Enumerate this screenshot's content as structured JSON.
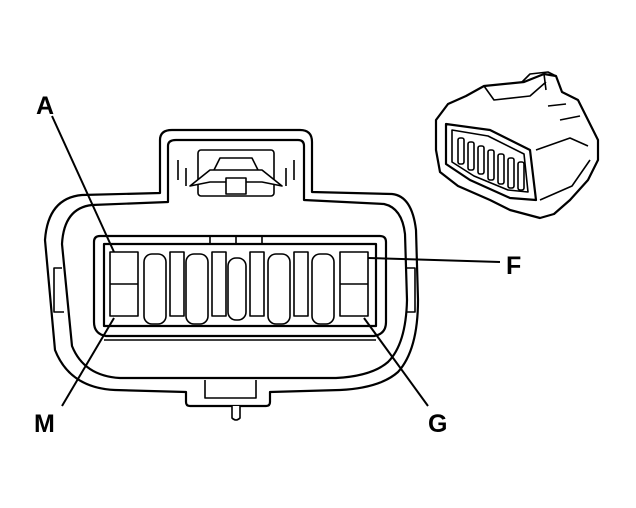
{
  "callouts": {
    "a": "A",
    "f": "F",
    "g": "G",
    "m": "M"
  },
  "colors": {
    "line": "#000000",
    "background": "#ffffff"
  }
}
